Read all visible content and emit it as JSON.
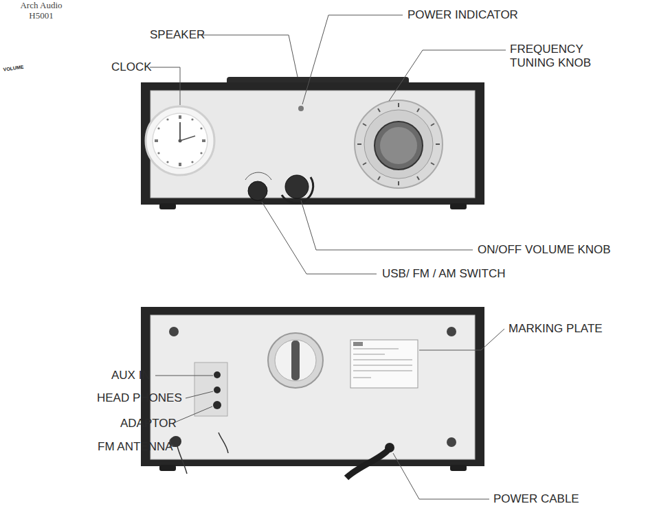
{
  "diagram": {
    "labels": [
      "SPEAKER",
      "POWER INDICATOR",
      "CLOCK",
      "FREQUENCY TUNING KNOB",
      "Arch Audio",
      "H5001",
      "VOLUME",
      "ON/OFF VOLUME KNOB",
      "USB/ FM / AM  SWITCH",
      "MARKING PLATE",
      "AUX IN",
      "HEAD PHONES",
      "ADAPTOR",
      "FM ANTENNA",
      "POWER CABLE"
    ]
  }
}
